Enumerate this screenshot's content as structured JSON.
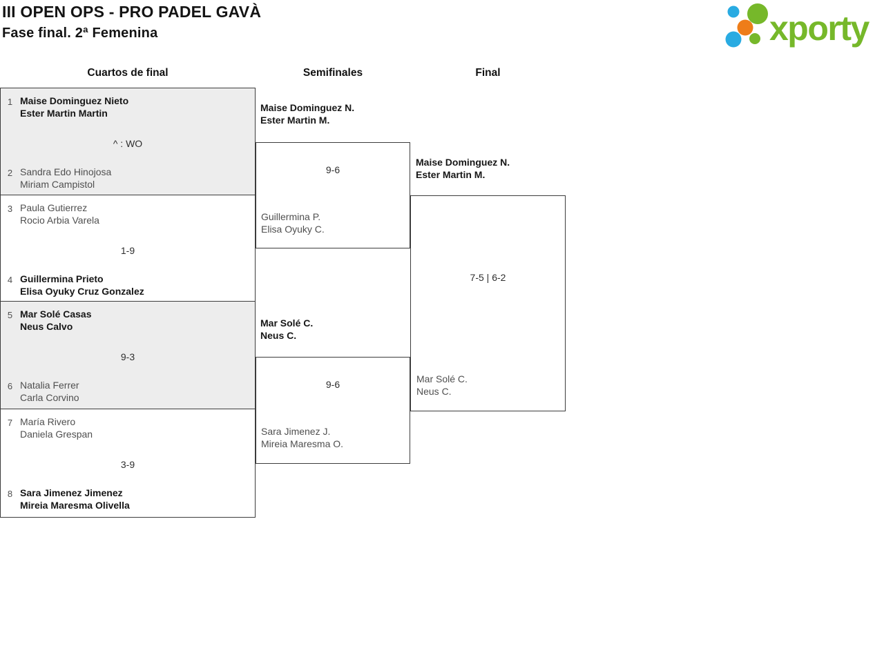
{
  "header": {
    "title": "III OPEN OPS - PRO PADEL GAVÀ",
    "subtitle": "Fase final. 2ª Femenina"
  },
  "logo": {
    "brand": "xporty",
    "green": "#76b82a",
    "blue": "#29abe2",
    "orange": "#ee7d19"
  },
  "columns": {
    "quarterfinals": "Cuartos de final",
    "semifinals": "Semifinales",
    "final": "Final"
  },
  "quarterfinals": [
    {
      "seed_top": "1",
      "top_line1": "Maise Dominguez Nieto",
      "top_line2": "Ester Martin Martin",
      "score": "^ : WO",
      "seed_bottom": "2",
      "bottom_line1": "Sandra Edo Hinojosa",
      "bottom_line2": "Miriam Campistol"
    },
    {
      "seed_top": "3",
      "top_line1": "Paula Gutierrez",
      "top_line2": "Rocio Arbia Varela",
      "score": "1-9",
      "seed_bottom": "4",
      "bottom_line1": "Guillermina Prieto",
      "bottom_line2": "Elisa Oyuky Cruz Gonzalez"
    },
    {
      "seed_top": "5",
      "top_line1": "Mar Solé Casas",
      "top_line2": "Neus Calvo",
      "score": "9-3",
      "seed_bottom": "6",
      "bottom_line1": "Natalia Ferrer",
      "bottom_line2": "Carla Corvino"
    },
    {
      "seed_top": "7",
      "top_line1": "María Rivero",
      "top_line2": "Daniela Grespan",
      "score": "3-9",
      "seed_bottom": "8",
      "bottom_line1": "Sara Jimenez Jimenez",
      "bottom_line2": "Mireia Maresma Olivella"
    }
  ],
  "semifinals": [
    {
      "winner_line1": "Maise Dominguez N.",
      "winner_line2": "Ester Martin M.",
      "score": "9-6",
      "loser_line1": "Guillermina P.",
      "loser_line2": "Elisa Oyuky C."
    },
    {
      "winner_line1": "Mar Solé C.",
      "winner_line2": "Neus C.",
      "score": "9-6",
      "loser_line1": "Sara Jimenez J.",
      "loser_line2": "Mireia Maresma O."
    }
  ],
  "final": {
    "top_line1": "Maise Dominguez N.",
    "top_line2": "Ester Martin M.",
    "score": "7-5 | 6-2",
    "bottom_line1": "Mar Solé C.",
    "bottom_line2": "Neus C."
  }
}
